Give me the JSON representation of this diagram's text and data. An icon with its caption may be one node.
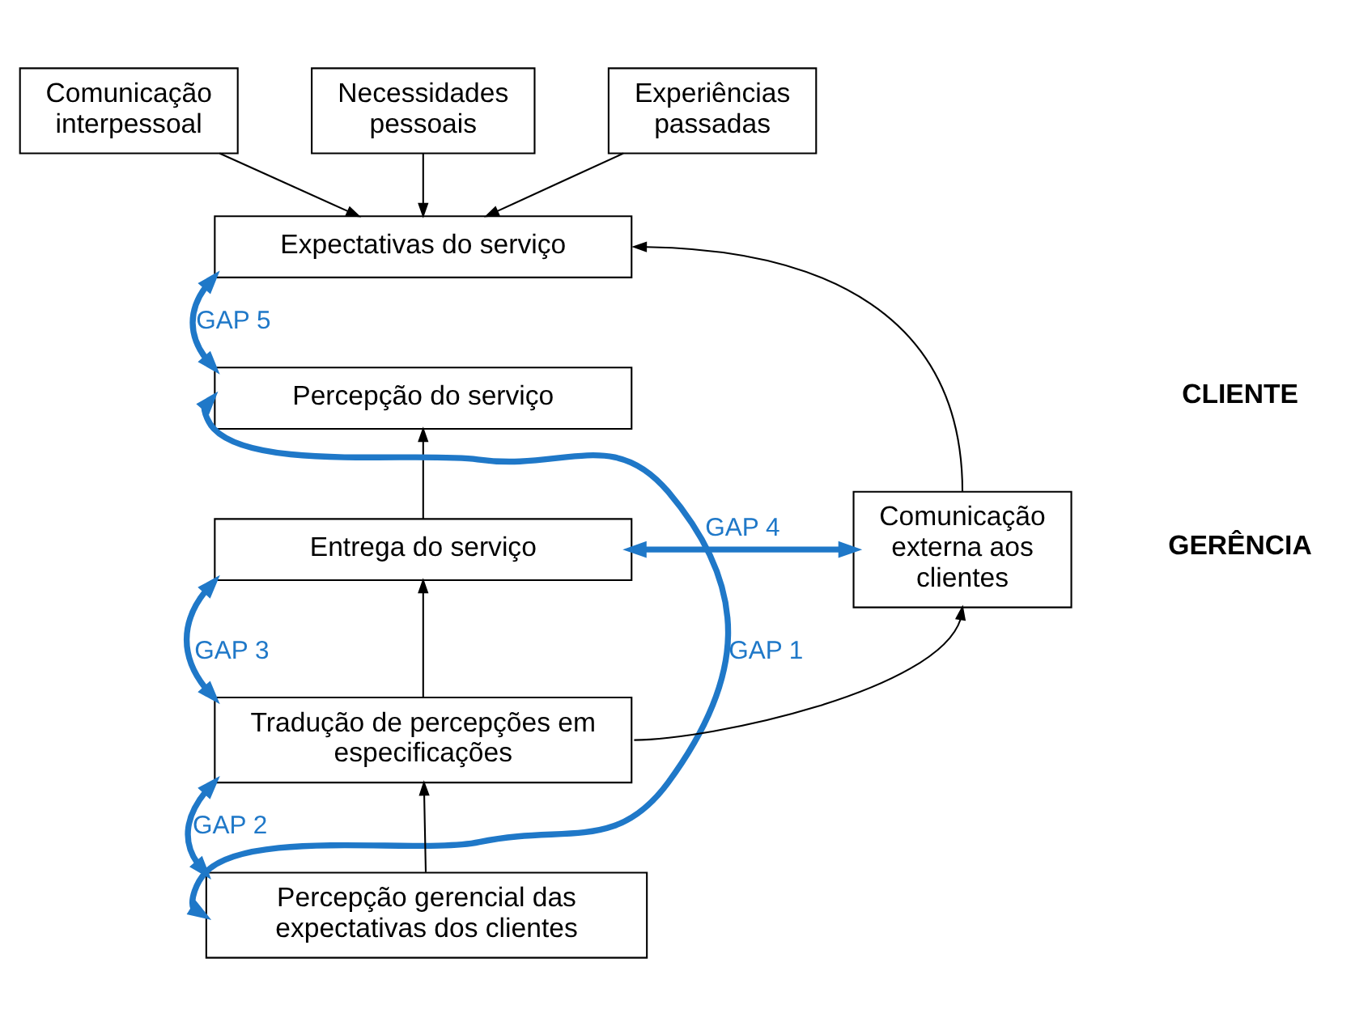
{
  "diagram": {
    "nodes": [
      {
        "text": [
          "Comunicação interpessoal"
        ]
      },
      {
        "text": [
          "Necessidades pessoais"
        ]
      },
      {
        "text": [
          "Experiências passadas"
        ]
      },
      {
        "text": [
          "Expectativas do serviço"
        ]
      },
      {
        "text": [
          "Percepção do serviço"
        ]
      },
      {
        "text": [
          "Entrega do serviço"
        ]
      },
      {
        "text": [
          "Comunicação externa aos clientes"
        ]
      },
      {
        "text": [
          "Tradução de percepções em especificações"
        ]
      },
      {
        "text": [
          "Percepção gerencial das expectativas dos clientes"
        ]
      }
    ],
    "edges": [
      {
        "from": 0,
        "to": 3,
        "arrow": "to"
      },
      {
        "from": 1,
        "to": 3,
        "arrow": "to"
      },
      {
        "from": 2,
        "to": 3,
        "arrow": "to"
      },
      {
        "from": 3,
        "to": 4,
        "arrow": "both",
        "label": "GAP 5",
        "style": "thick",
        "color": "#1f78c8"
      },
      {
        "from": 6,
        "to": 3,
        "arrow": "to"
      },
      {
        "from": 5,
        "to": 4,
        "arrow": "to"
      },
      {
        "from": 5,
        "to": 6,
        "arrow": "both",
        "label": "GAP 4",
        "style": "thick",
        "color": "#1f78c8"
      },
      {
        "from": 5,
        "to": 7,
        "arrow": "both",
        "label": "GAP 3",
        "style": "thick",
        "color": "#1f78c8"
      },
      {
        "from": 7,
        "to": 5,
        "arrow": "to"
      },
      {
        "from": 7,
        "to": 6,
        "arrow": "to"
      },
      {
        "from": 7,
        "to": 8,
        "arrow": "both",
        "label": "GAP 2",
        "style": "thick",
        "color": "#1f78c8"
      },
      {
        "from": 8,
        "to": 7,
        "arrow": "to"
      },
      {
        "from": 4,
        "to": 8,
        "arrow": "both",
        "label": "GAP 1",
        "style": "thick",
        "color": "#1f78c8"
      }
    ],
    "labels": [
      "CLIENTE",
      "GERÊNCIA"
    ]
  }
}
